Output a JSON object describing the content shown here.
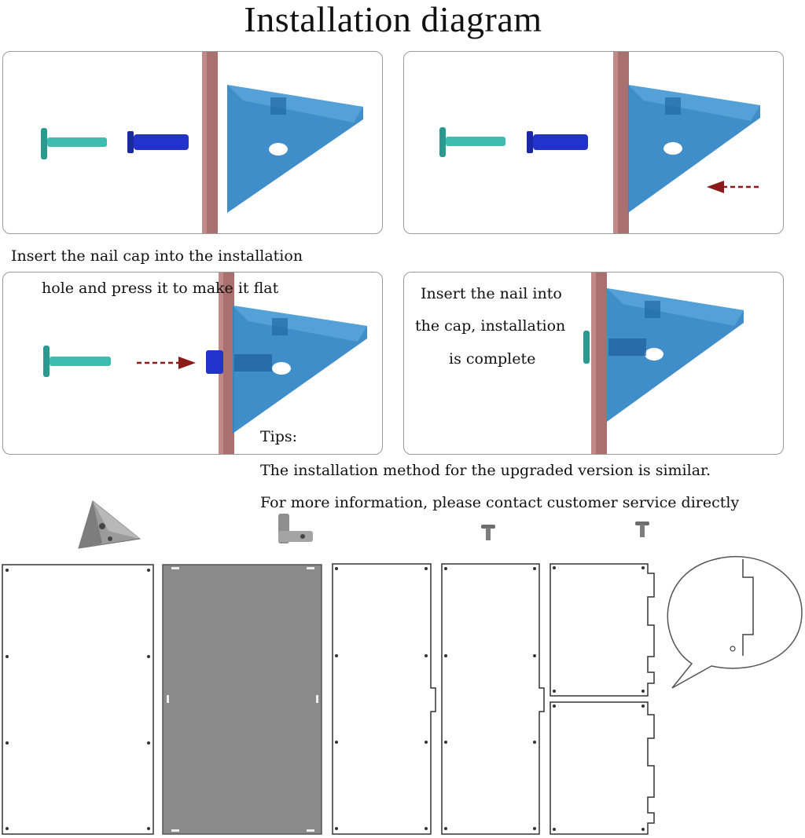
{
  "title": "Installation diagram",
  "steps": {
    "step1_caption_line1": "Insert the nail cap into the installation",
    "step1_caption_line2": "hole and press it to make it flat",
    "step2_caption_line1": "Insert the nail into",
    "step2_caption_line2": "the cap, installation",
    "step2_caption_line3": "is complete"
  },
  "tips": {
    "heading": "Tips:",
    "line1": "The installation method for the upgraded version is similar.",
    "line2": "For more information, please contact customer service directly"
  },
  "colors": {
    "wall": "#a9706f",
    "bracket": "#2f83c4",
    "nail": "#3fbcb0",
    "cap": "#2233cc",
    "arrow": "#8b1a1a",
    "sheet_gray": "#8a8a8a"
  },
  "icons": [
    "nail-icon",
    "nail-cap-icon",
    "corner-bracket-icon",
    "arrow-icon",
    "speech-bubble-icon"
  ]
}
